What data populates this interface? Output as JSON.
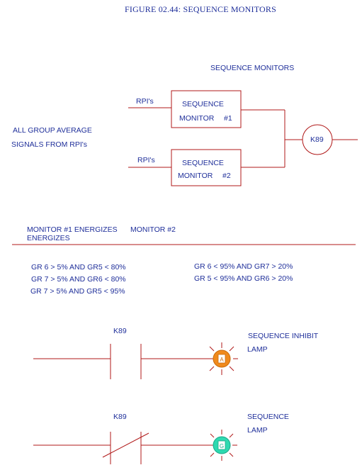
{
  "figure": {
    "title": "FIGURE 02.44:  SEQUENCE MONITORS"
  },
  "diagram": {
    "heading": "SEQUENCE MONITORS",
    "input_label_1": "RPI's",
    "input_label_2": "RPI's",
    "monitor_1": {
      "line1": "SEQUENCE",
      "line2": "MONITOR",
      "num": "#1"
    },
    "monitor_2": {
      "line1": "SEQUENCE",
      "line2": "MONITOR",
      "num": "#2"
    },
    "relay": "K89",
    "left_note": {
      "line1": "ALL GROUP AVERAGE",
      "line2": "SIGNALS FROM RPI's"
    }
  },
  "energize": {
    "col1_heading_a": "MONITOR #1 ENERGIZES",
    "col1_heading_b": "ENERGIZES",
    "col2_heading": "MONITOR #2",
    "col1_conditions": [
      "GR 6 > 5% AND GR5 < 80%",
      "GR 7 > 5% AND GR6 < 80%",
      "GR 7 > 5% AND GR5 < 95%"
    ],
    "col2_conditions": [
      "GR 6 < 95% AND GR7 > 20%",
      "GR 5 < 95% AND GR6 > 20%"
    ]
  },
  "ladder": {
    "rung1": {
      "contact_label": "K89",
      "lamp_line1": "SEQUENCE INHIBIT",
      "lamp_line2": "LAMP",
      "lamp_letter": "A"
    },
    "rung2": {
      "contact_label": "K89",
      "lamp_line1": "SEQUENCE",
      "lamp_line2": "LAMP",
      "lamp_letter": "G"
    }
  },
  "colors": {
    "text": "#1f2f9a",
    "line": "#b01818",
    "lamp_amber": "#f08a1c",
    "lamp_green": "#2fd9b0"
  }
}
